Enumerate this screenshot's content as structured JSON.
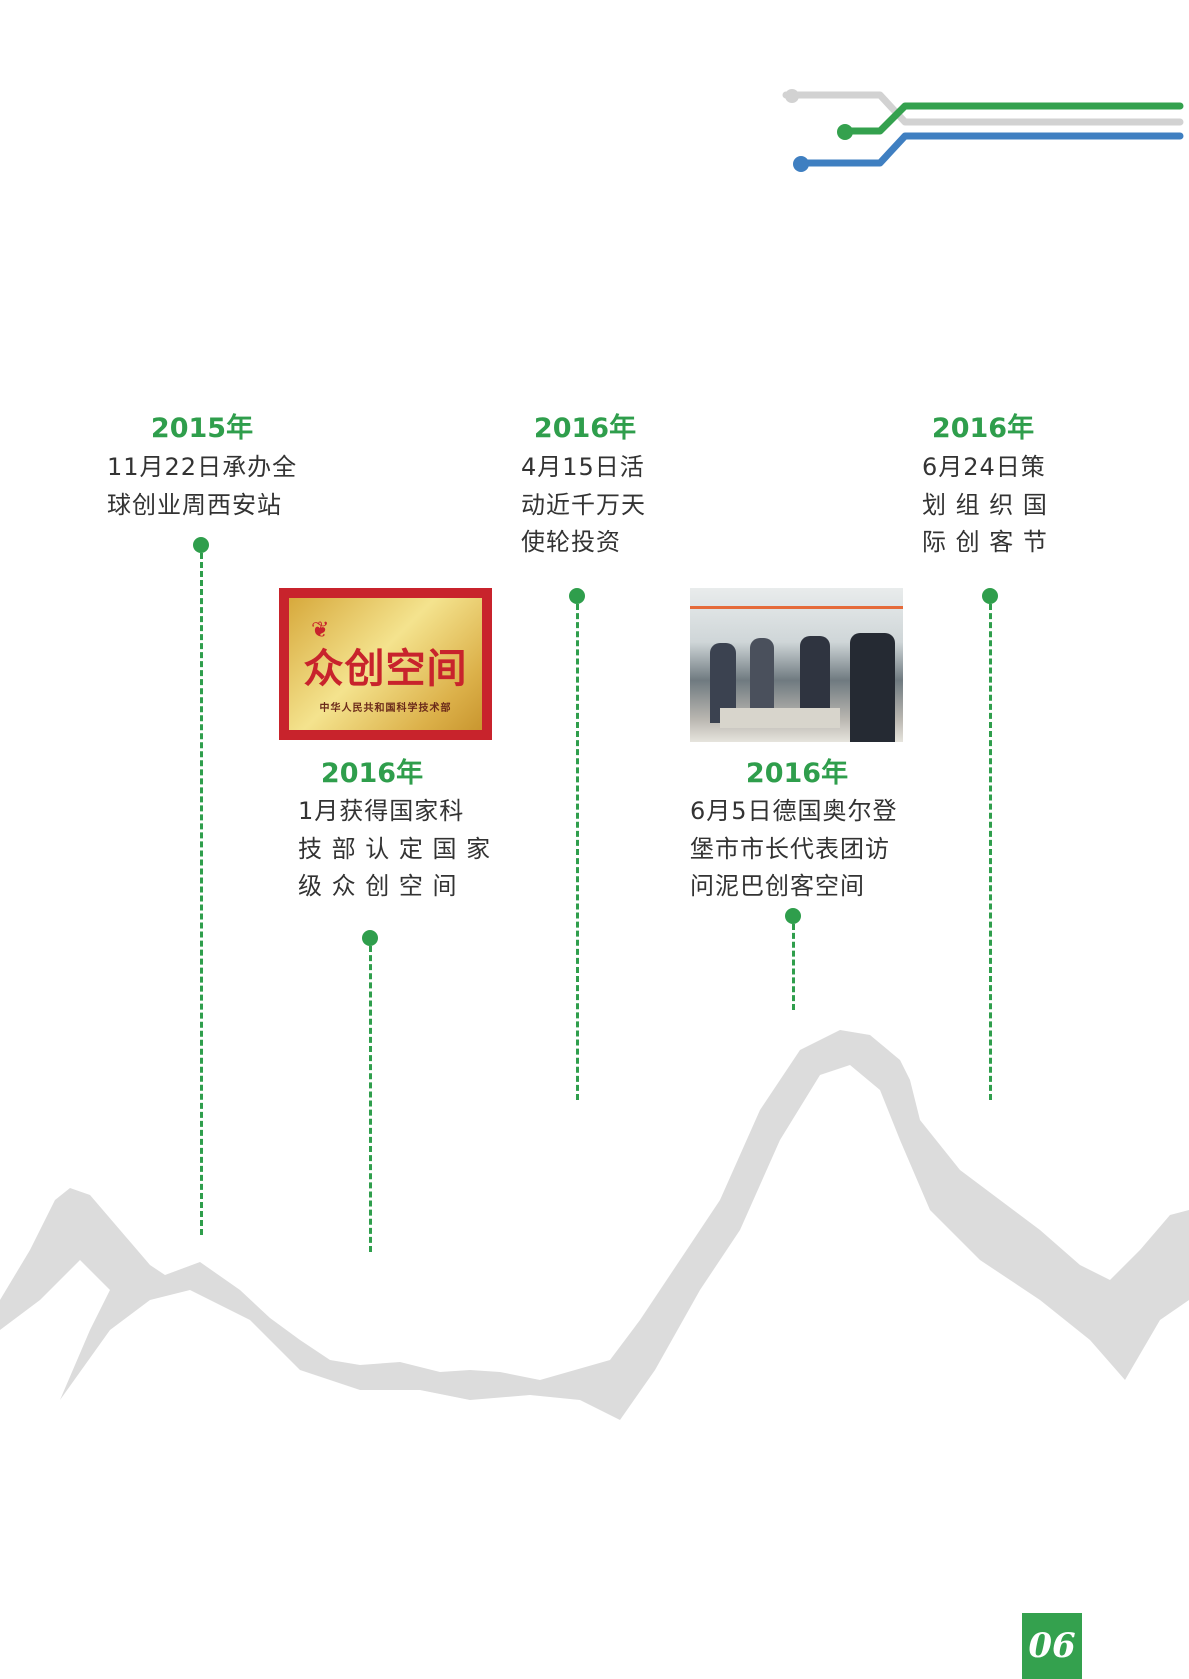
{
  "colors": {
    "accent_green": "#2f9e4c",
    "blue": "#3f7fc1",
    "gray": "#d2d2d2",
    "mountain": "#dcdcdc"
  },
  "timeline": [
    {
      "year": "2015年",
      "lines": [
        "11月22日承办全",
        "球创业周西安站"
      ]
    },
    {
      "year": "2016年",
      "lines": [
        "1月获得国家科",
        "技 部 认 定 国 家",
        "级 众 创 空 间"
      ]
    },
    {
      "year": "2016年",
      "lines": [
        "4月15日活",
        "动近千万天",
        "使轮投资"
      ]
    },
    {
      "year": "2016年",
      "lines": [
        "6月5日德国奥尔登",
        "堡市市长代表团访",
        "问泥巴创客空间"
      ]
    },
    {
      "year": "2016年",
      "lines": [
        "6月24日策",
        "划 组 织 国",
        "际 创 客 节"
      ]
    }
  ],
  "plaque": {
    "logo_text": "众创空间",
    "subtitle": "中华人民共和国科学技术部"
  },
  "page_number": "06"
}
